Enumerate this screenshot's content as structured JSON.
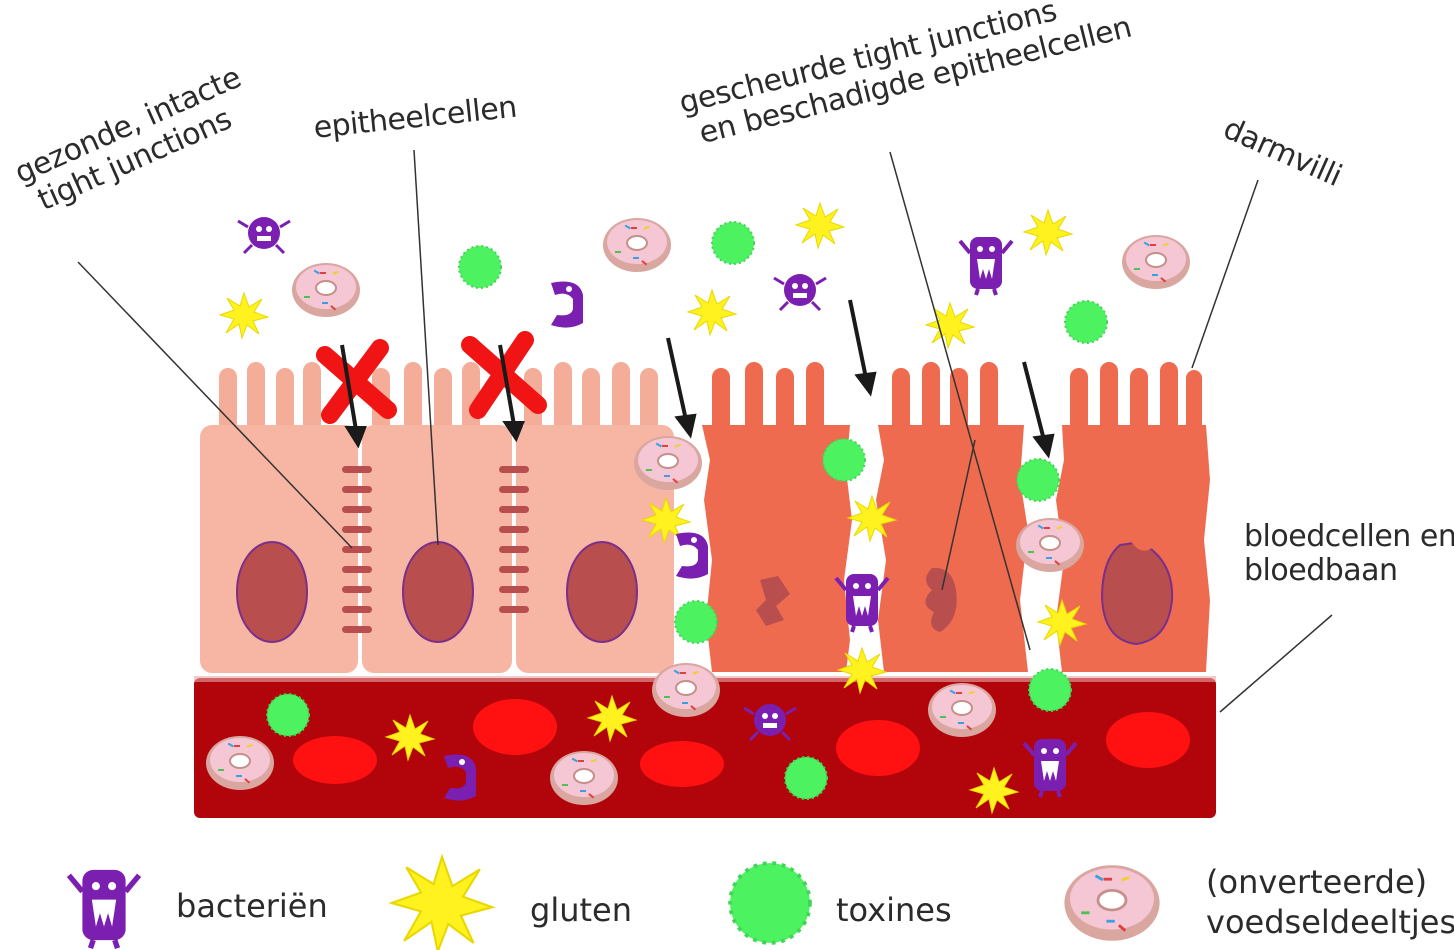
{
  "labels": {
    "tight_junctions_healthy_line1": "gezonde, intacte",
    "tight_junctions_healthy_line2": "tight junctions",
    "epithelial_cells": "epitheelcellen",
    "damaged_line1": "gescheurde tight junctions",
    "damaged_line2": "en beschadigde epitheelcellen",
    "villi": "darmvilli",
    "blood_line1": "bloedcellen en",
    "blood_line2": "bloedbaan"
  },
  "legend": {
    "bacteria": "bacteriën",
    "gluten": "gluten",
    "toxins": "toxines",
    "food_line1": "(onverteerde)",
    "food_line2": "voedseldeeltjes"
  },
  "colors": {
    "healthy_cell": "#f6b6a3",
    "healthy_cell_villi": "#f3ad98",
    "damaged_cell": "#ef6b4f",
    "nucleus": "#b94e4e",
    "nucleus_edge": "#7a2f8a",
    "blood": "#b1050b",
    "blood_cell": "#ff1111",
    "bacteria": "#7b1fb0",
    "gluten": "#fff21e",
    "toxin": "#4df261",
    "donut_dough": "#d9a6a0",
    "donut_icing": "#f5c6d3",
    "cross": "#f01414",
    "arrow": "#1a1a1a"
  },
  "icons": {
    "bacteria": "bacteria-icon",
    "gluten": "gluten-icon",
    "toxin": "toxin-icon",
    "food": "donut-icon",
    "blocked": "red-cross-icon",
    "passage": "down-arrow-icon"
  }
}
